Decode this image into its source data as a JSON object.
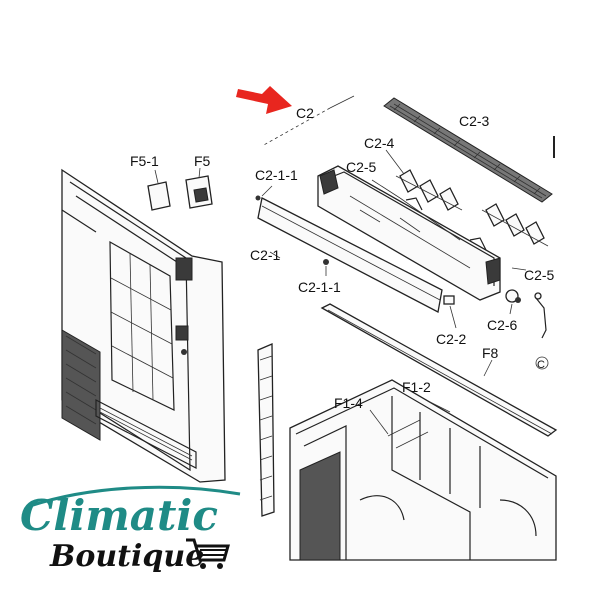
{
  "labels": {
    "c2": "C2",
    "f5_1": "F5-1",
    "f5": "F5",
    "c2_1_1_top": "C2-1-1",
    "c2_4": "C2-4",
    "c2_5_top": "C2-5",
    "c2_3": "C2-3",
    "c2_1": "C2-1",
    "c2_5_right": "C2-5",
    "c2_1_1_bottom": "C2-1-1",
    "c2_2": "C2-2",
    "c2_6": "C2-6",
    "f8": "F8",
    "f1_2": "F1-2",
    "f1_4": "F1-4",
    "c_marker": "C"
  },
  "logo": {
    "brand": "Climatic",
    "sub": "Boutique",
    "icon": "shopping-cart-icon",
    "brand_color": "#1f8b86"
  },
  "colors": {
    "arrow": "#e8261f",
    "line": "#222222"
  }
}
